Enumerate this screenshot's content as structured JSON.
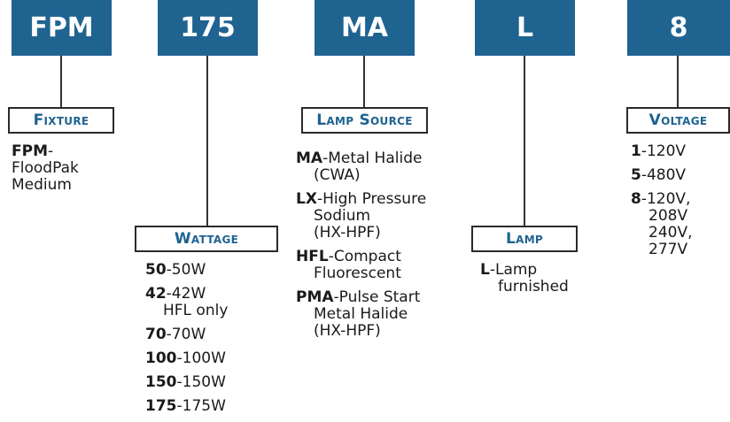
{
  "codes": [
    "FPM",
    "175",
    "MA",
    "L",
    "8"
  ],
  "colors": {
    "code_bg": "#1f6391",
    "label_text": "#1f6391"
  },
  "fixture": {
    "label": "Fixture",
    "options": [
      {
        "code": "FPM",
        "sep": "-",
        "lines": [
          "FloodPak",
          "Medium"
        ]
      }
    ]
  },
  "wattage": {
    "label": "Wattage",
    "options": [
      {
        "code": "50",
        "first": "-50W",
        "rest": []
      },
      {
        "code": "42",
        "first": "-42W",
        "rest": [
          "HFL only"
        ]
      },
      {
        "code": "70",
        "first": "-70W",
        "rest": []
      },
      {
        "code": "100",
        "first": "-100W",
        "rest": []
      },
      {
        "code": "150",
        "first": "-150W",
        "rest": []
      },
      {
        "code": "175",
        "first": "-175W",
        "rest": []
      }
    ]
  },
  "lamp_source": {
    "label": "Lamp Source",
    "options": [
      {
        "code": "MA",
        "first": "-Metal Halide",
        "rest": [
          "(CWA)"
        ]
      },
      {
        "code": "LX",
        "first": "-High Pressure",
        "rest": [
          "Sodium",
          "(HX-HPF)"
        ]
      },
      {
        "code": "HFL",
        "first": "-Compact",
        "rest": [
          "Fluorescent"
        ]
      },
      {
        "code": "PMA",
        "first": "-Pulse Start",
        "rest": [
          "Metal Halide",
          "(HX-HPF)"
        ]
      }
    ]
  },
  "lamp": {
    "label": "Lamp",
    "options": [
      {
        "code": "L",
        "first": "-Lamp",
        "rest": [
          "furnished"
        ]
      }
    ]
  },
  "voltage": {
    "label": "Voltage",
    "options": [
      {
        "code": "1",
        "first": "-120V",
        "rest": []
      },
      {
        "code": "5",
        "first": "-480V",
        "rest": []
      },
      {
        "code": "8",
        "first": "-120V,",
        "rest": [
          "208V",
          "240V,",
          "277V"
        ]
      }
    ]
  }
}
